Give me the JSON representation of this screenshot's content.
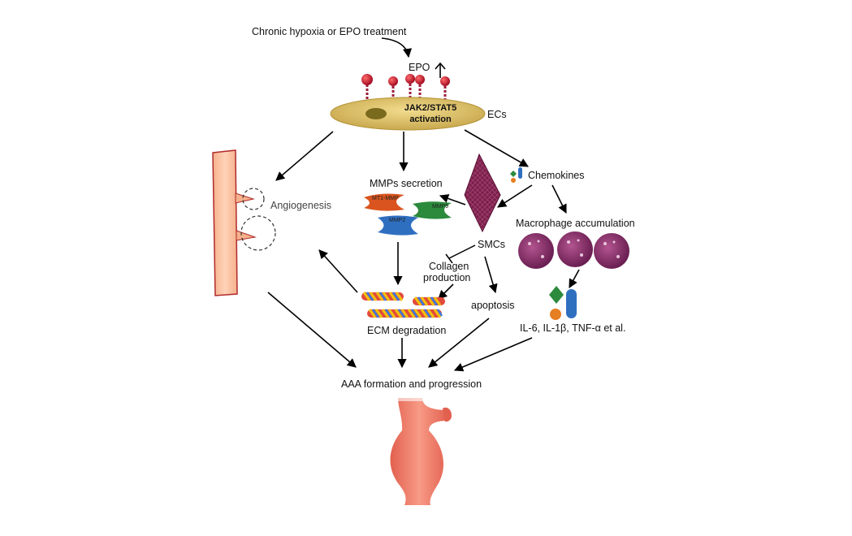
{
  "labels": {
    "trigger": "Chronic hypoxia or EPO treatment",
    "epo": "EPO",
    "jak_line1": "JAK2/STAT5",
    "jak_line2": "activation",
    "ecs": "ECs",
    "angiogenesis": "Angiogenesis",
    "mmps_secretion": "MMPs secretion",
    "mt1mmp": "MT1-MMP",
    "mmp9": "MMP9",
    "mmp2": "MMP2",
    "chemokines": "Chemokines",
    "macrophage": "Macrophage accumulation",
    "smcs": "SMCs",
    "collagen_line1": "Collagen",
    "collagen_line2": "production",
    "apoptosis": "apoptosis",
    "ecm": "ECM degradation",
    "cytokines": "IL-6, IL-1β, TNF-α et al.",
    "aaa": "AAA formation and progression"
  },
  "colors": {
    "endothelial_cell": "#d9bf6a",
    "nucleus": "#7a6a1e",
    "receptor_ball": "#c8102e",
    "vessel_wall": "#f3a87e",
    "smc": "#7a1f4a",
    "macrophage": "#8a2f6b",
    "mt1mmp": "#d9541e",
    "mmp9": "#2c8a3c",
    "mmp2": "#2f6fc0",
    "aorta": "#f07f6a"
  }
}
